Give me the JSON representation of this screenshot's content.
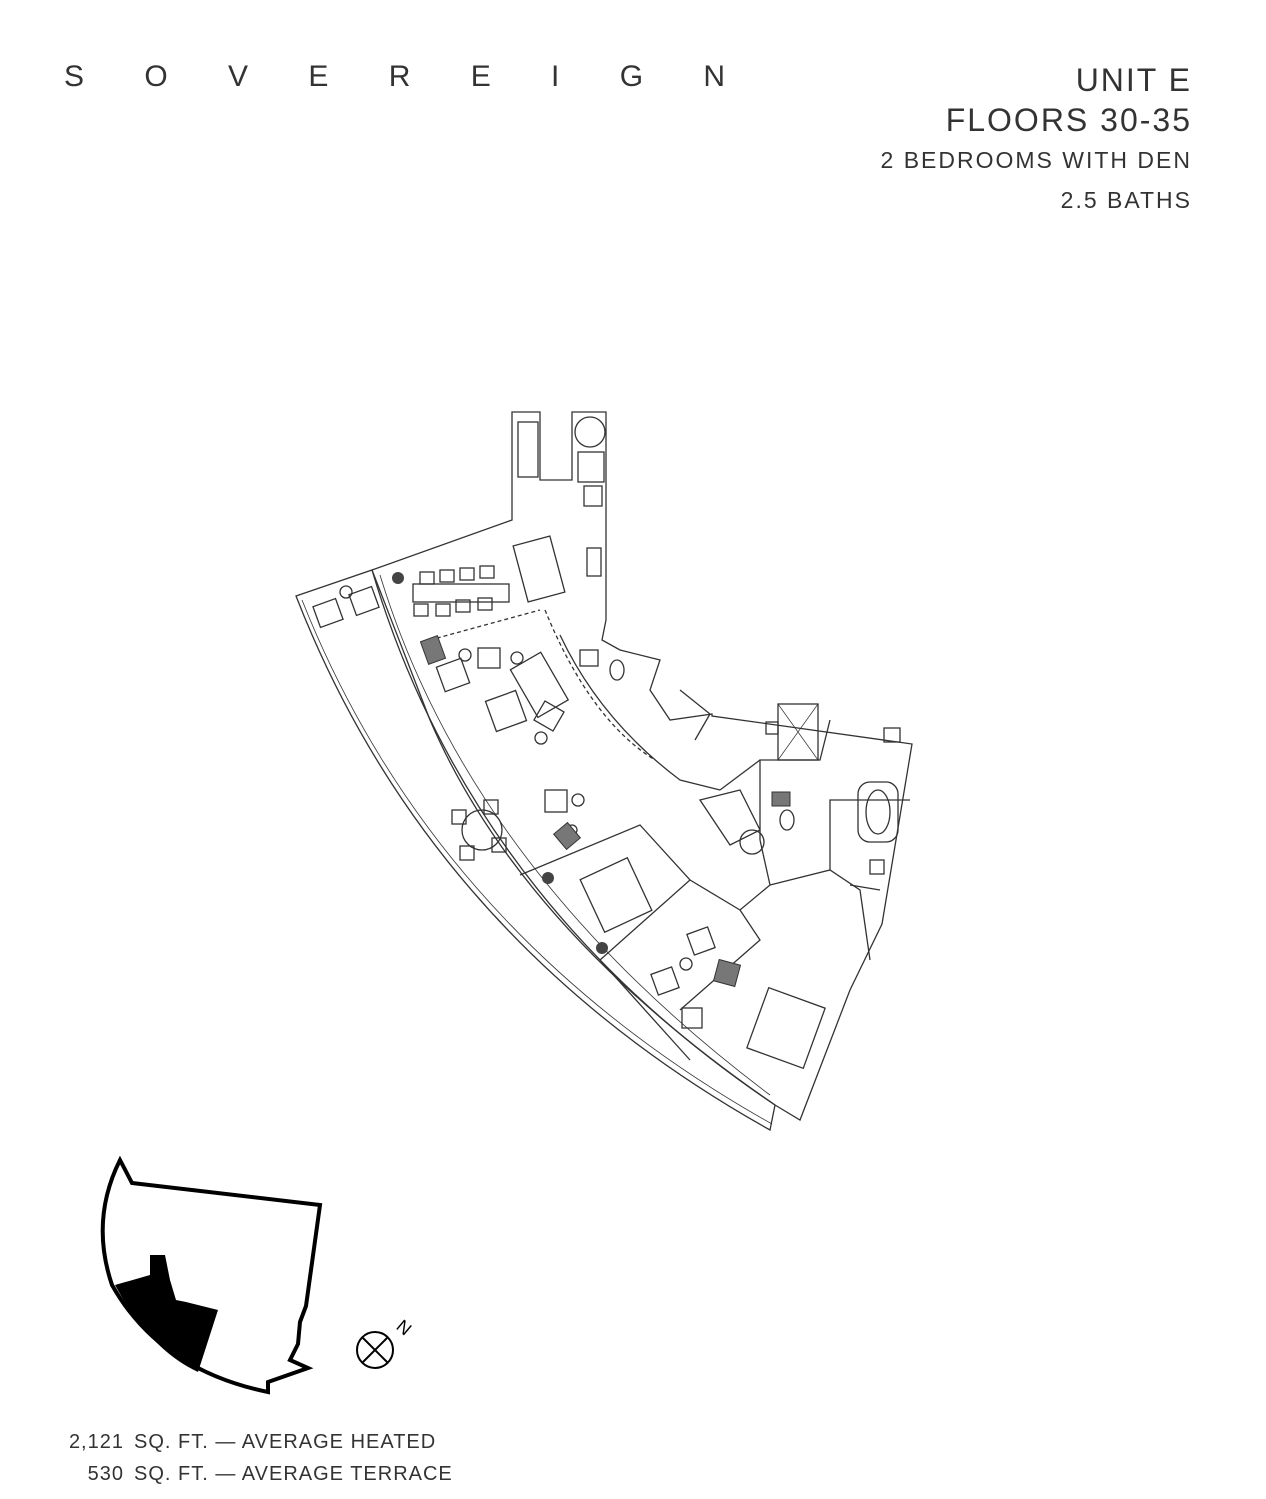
{
  "brand": {
    "name": "S O V E R E I G N"
  },
  "unit": {
    "name": "UNIT E",
    "floors": "FLOORS 30-35",
    "bedrooms": "2 BEDROOMS WITH DEN",
    "baths": "2.5 BATHS"
  },
  "compass": {
    "label": "N"
  },
  "area": {
    "heated": {
      "value": "2,121",
      "label": "SQ. FT. — AVERAGE HEATED"
    },
    "terrace": {
      "value": "530",
      "label": "SQ. FT. — AVERAGE TERRACE"
    }
  }
}
